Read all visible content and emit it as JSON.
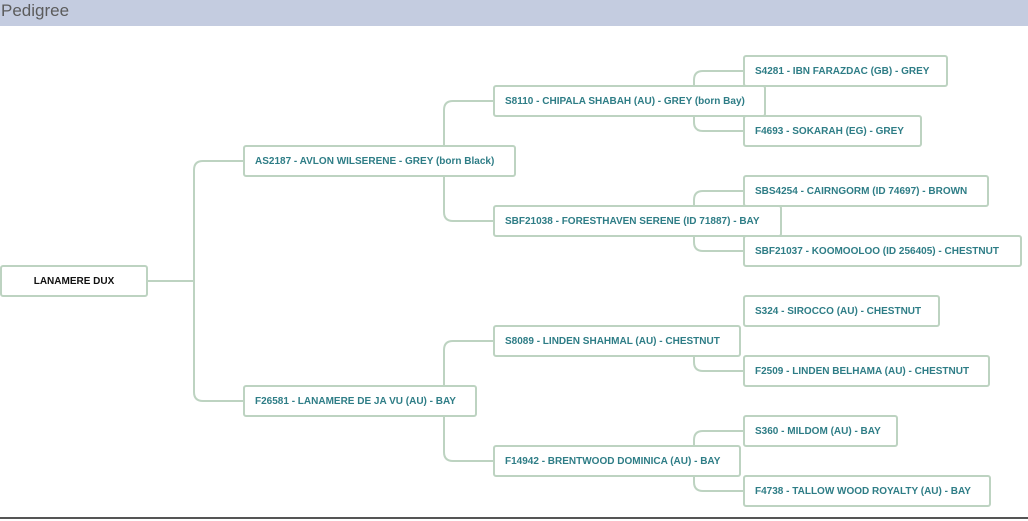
{
  "header": {
    "title": "Pedigree"
  },
  "root": {
    "label": "LANAMERE DUX"
  },
  "sire": {
    "label": "AS2187 - AVLON WILSERENE - GREY (born Black)"
  },
  "dam": {
    "label": "F26581 - LANAMERE DE JA VU (AU) - BAY"
  },
  "sire_sire": {
    "label": "S8110 - CHIPALA SHABAH (AU) - GREY (born Bay)"
  },
  "sire_dam": {
    "label": "SBF21038 - FORESTHAVEN SERENE (ID 71887) - BAY"
  },
  "dam_sire": {
    "label": "S8089 - LINDEN SHAHMAL (AU) - CHESTNUT"
  },
  "dam_dam": {
    "label": "F14942 - BRENTWOOD DOMINICA (AU) - BAY"
  },
  "sss": {
    "label": "S4281 - IBN FARAZDAC (GB) - GREY"
  },
  "ssd": {
    "label": "F4693 - SOKARAH (EG) - GREY"
  },
  "sds": {
    "label": "SBS4254 - CAIRNGORM (ID 74697) - BROWN"
  },
  "sdd": {
    "label": "SBF21037 - KOOMOOLOO (ID 256405) - CHESTNUT"
  },
  "dss": {
    "label": "S324 - SIROCCO (AU) - CHESTNUT"
  },
  "dsd": {
    "label": "F2509 - LINDEN BELHAMA (AU) - CHESTNUT"
  },
  "dds": {
    "label": "S360 - MILDOM (AU) - BAY"
  },
  "ddd": {
    "label": "F4738 - TALLOW WOOD ROYALTY (AU) - BAY"
  }
}
